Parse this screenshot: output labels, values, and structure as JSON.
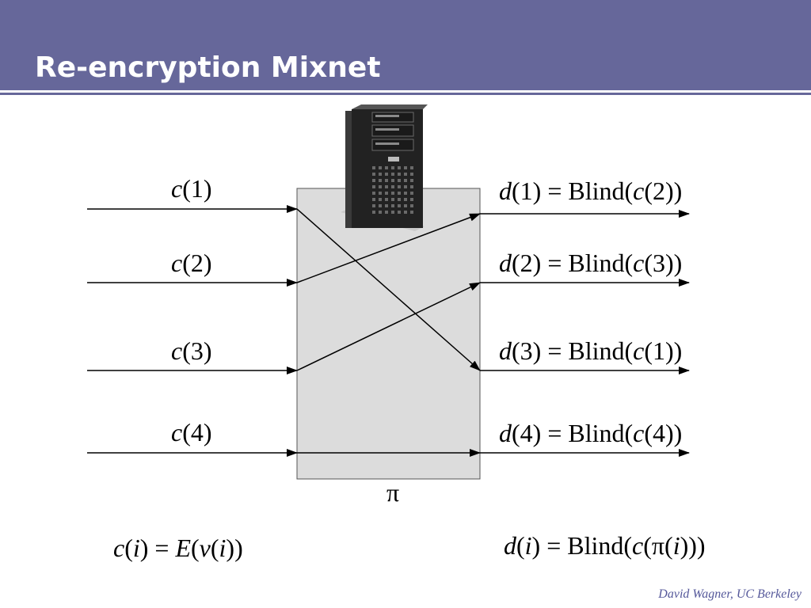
{
  "slide": {
    "title": "Re-encryption Mixnet",
    "footer": "David Wagner, UC Berkeley"
  },
  "diagram": {
    "inputs": [
      "c(1)",
      "c(2)",
      "c(3)",
      "c(4)"
    ],
    "outputs": [
      "d(1) = Blind(c(2))",
      "d(2) = Blind(c(3))",
      "d(3) = Blind(c(1))",
      "d(4) = Blind(c(4))"
    ],
    "permutation": [
      3,
      1,
      2,
      4
    ],
    "mixer_symbol": "π",
    "server_icon": "server-tower-icon",
    "formula_input": "c(i) = E(v(i))",
    "formula_output": "d(i) = Blind(c(π(i)))"
  },
  "colors": {
    "title_bar": "#66679a",
    "mixer_box": "#dcdcdc",
    "footer_text": "#55589a"
  }
}
